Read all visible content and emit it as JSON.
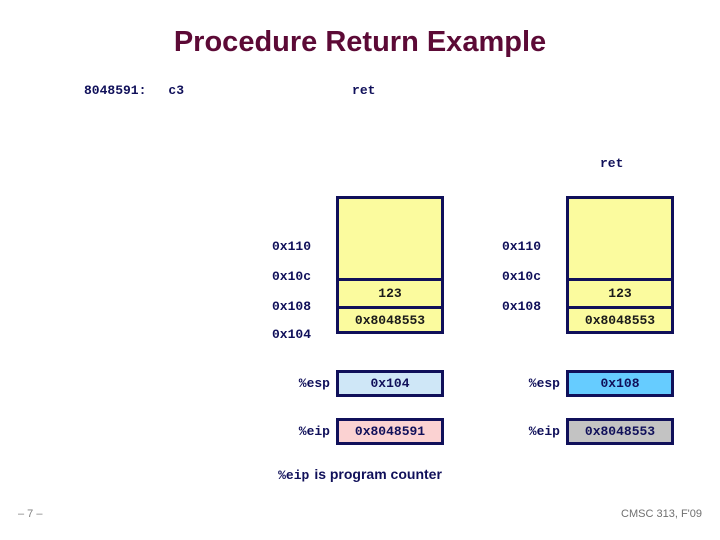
{
  "slide": {
    "title": "Procedure Return Example",
    "title_color": "#5c0a36",
    "footnote_mono": "%eip",
    "footnote_text": "is program counter",
    "footer_left": "– 7 –",
    "footer_right": "CMSC 313, F'09"
  },
  "asm": {
    "address": "8048591:",
    "bytes": "c3",
    "mnemonic": "ret"
  },
  "ret_caption": "ret",
  "colors": {
    "ink": "#10105a",
    "stack_fill": "#fbfb9e",
    "esp_before": "#cfe7f7",
    "esp_after": "#66ccff",
    "eip_before": "#fbd2d2",
    "eip_after": "#c3c3c3",
    "border": "#10105a"
  },
  "diagrams": [
    {
      "id": "before",
      "addresses": [
        "0x110",
        "0x10c",
        "0x108",
        "0x104"
      ],
      "cells": [
        {
          "addr": "0x110",
          "value": ""
        },
        {
          "addr": "0x10c",
          "value": ""
        },
        {
          "addr": "0x108",
          "value": "123"
        },
        {
          "addr": "0x104",
          "value": "0x8048553"
        }
      ],
      "registers": [
        {
          "name": "%esp",
          "value": "0x104",
          "fill": "#cfe7f7"
        },
        {
          "name": "%eip",
          "value": "0x8048591",
          "fill": "#fbd2d2"
        }
      ]
    },
    {
      "id": "after",
      "addresses": [
        "0x110",
        "0x10c",
        "0x108",
        ""
      ],
      "cells": [
        {
          "addr": "0x110",
          "value": ""
        },
        {
          "addr": "0x10c",
          "value": ""
        },
        {
          "addr": "0x108",
          "value": "123"
        },
        {
          "addr": "",
          "value": "0x8048553"
        }
      ],
      "registers": [
        {
          "name": "%esp",
          "value": "0x108",
          "fill": "#66ccff"
        },
        {
          "name": "%eip",
          "value": "0x8048553",
          "fill": "#c3c3c3"
        }
      ]
    }
  ]
}
